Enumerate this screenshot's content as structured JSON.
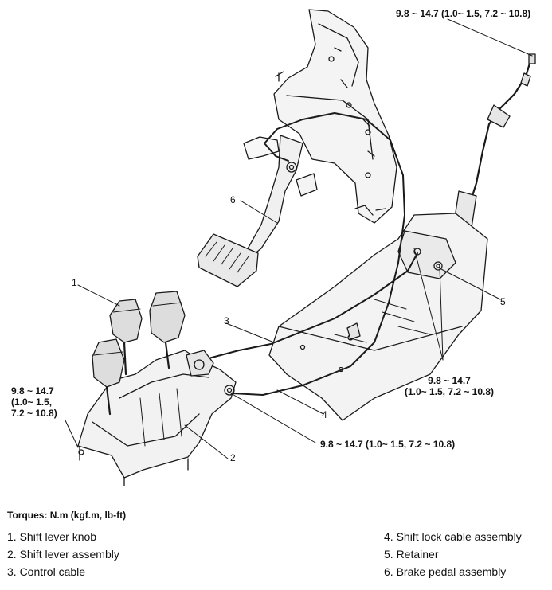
{
  "callouts": {
    "torque_top_right": "9.8 ~ 14.7 (1.0~ 1.5, 7.2 ~ 10.8)",
    "torque_left": [
      "9.8 ~ 14.7",
      "(1.0~ 1.5,",
      "7.2 ~ 10.8)"
    ],
    "torque_center": "9.8 ~ 14.7 (1.0~ 1.5, 7.2 ~ 10.8)",
    "torque_right": [
      "9.8 ~ 14.7",
      "(1.0~ 1.5, 7.2 ~ 10.8)"
    ]
  },
  "part_numbers": [
    "1",
    "2",
    "3",
    "4",
    "5",
    "6"
  ],
  "torques_title": "Torques: N.m (kgf.m, lb-ft)",
  "legend": {
    "left": [
      "1. Shift lever knob",
      "2. Shift lever assembly",
      "3. Control cable"
    ],
    "right": [
      "4. Shift lock cable assembly",
      "5. Retainer",
      "6. Brake pedal assembly"
    ]
  }
}
